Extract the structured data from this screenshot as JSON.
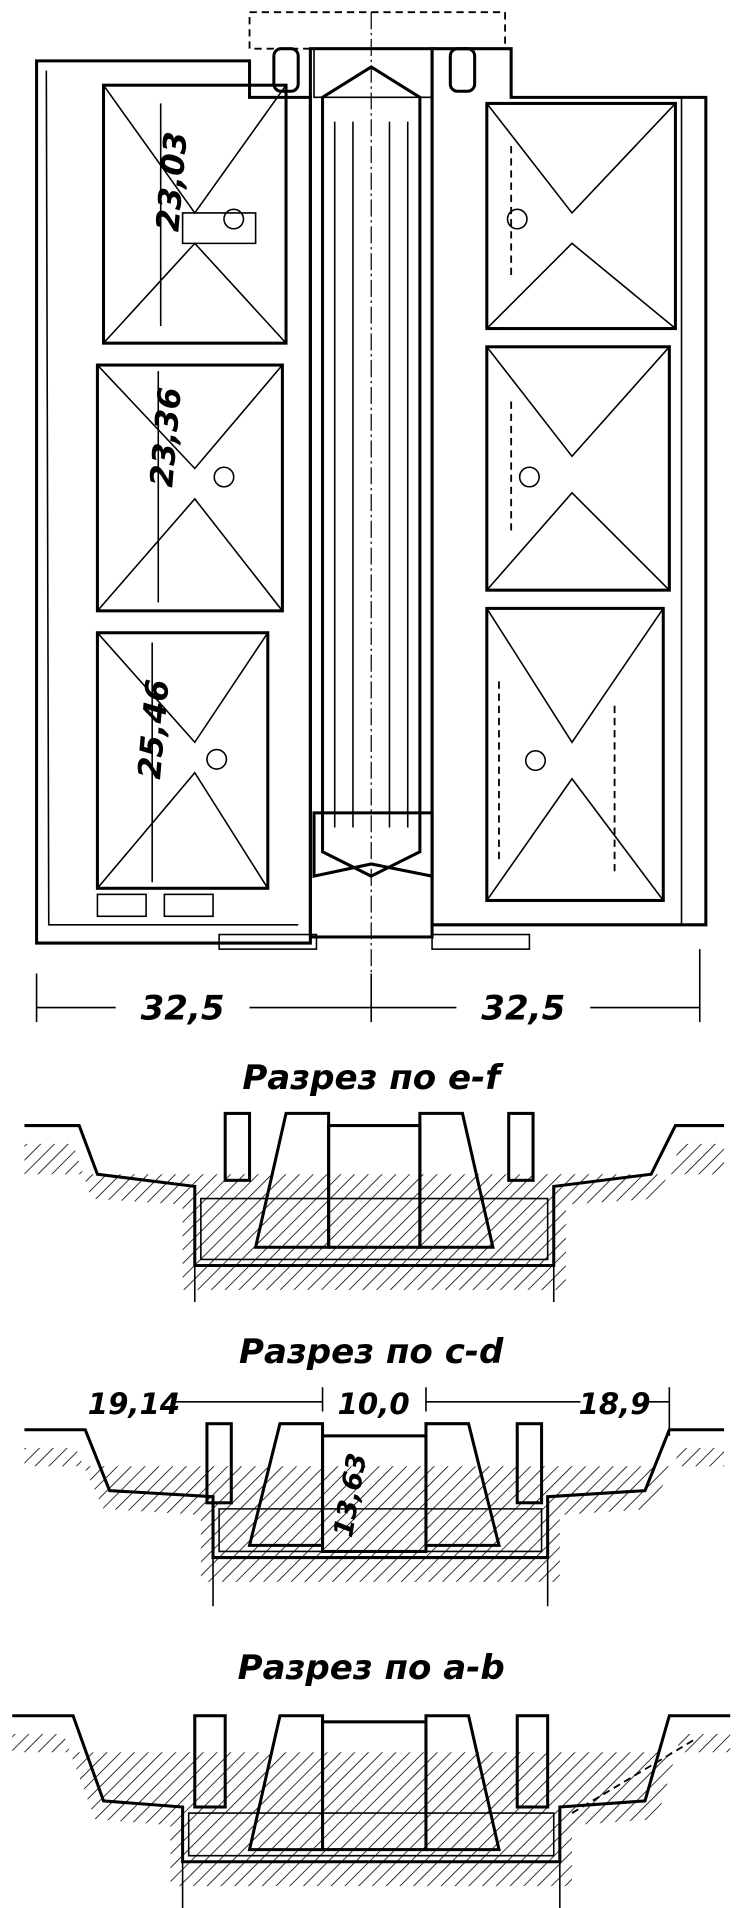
{
  "plan": {
    "dimensions": {
      "chamber1": "23,03",
      "chamber2": "23,36",
      "chamber3": "25,46",
      "left_half": "32,5",
      "right_half": "32,5"
    }
  },
  "sections": [
    {
      "title": "Разрез по e-f"
    },
    {
      "title": "Разрез по c-d",
      "dims": {
        "left": "19,14",
        "center": "10,0",
        "right": "18,9",
        "depth": "13,63"
      }
    },
    {
      "title": "Разрез по a-b"
    }
  ]
}
